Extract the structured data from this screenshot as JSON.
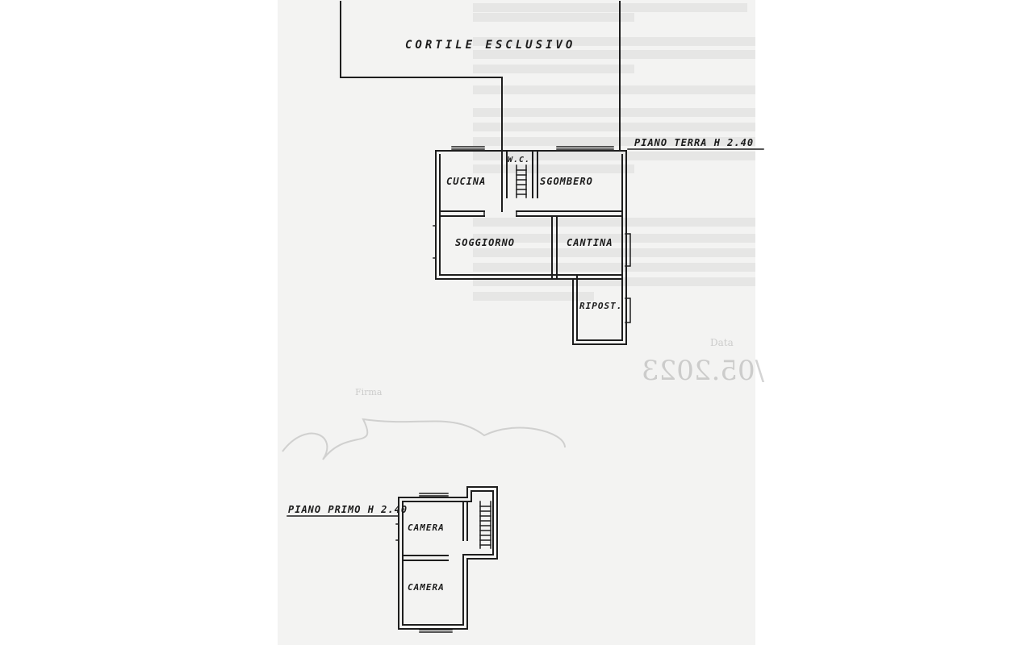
{
  "plan": {
    "ground_floor": {
      "label": "PIANO TERRA H 2.40",
      "courtyard": "CORTILE ESCLUSIVO",
      "rooms": [
        "W.C.",
        "CUCINA",
        "SGOMBERO",
        "SOGGIORNO",
        "CANTINA",
        "RIPOST."
      ]
    },
    "first_floor": {
      "label": "PIANO PRIMO H 2.40",
      "rooms": [
        "CAMERA",
        "CAMERA"
      ]
    },
    "background": {
      "stamp_date": "/05.2023",
      "data_label": "Data",
      "firma_label": "Firma"
    }
  }
}
